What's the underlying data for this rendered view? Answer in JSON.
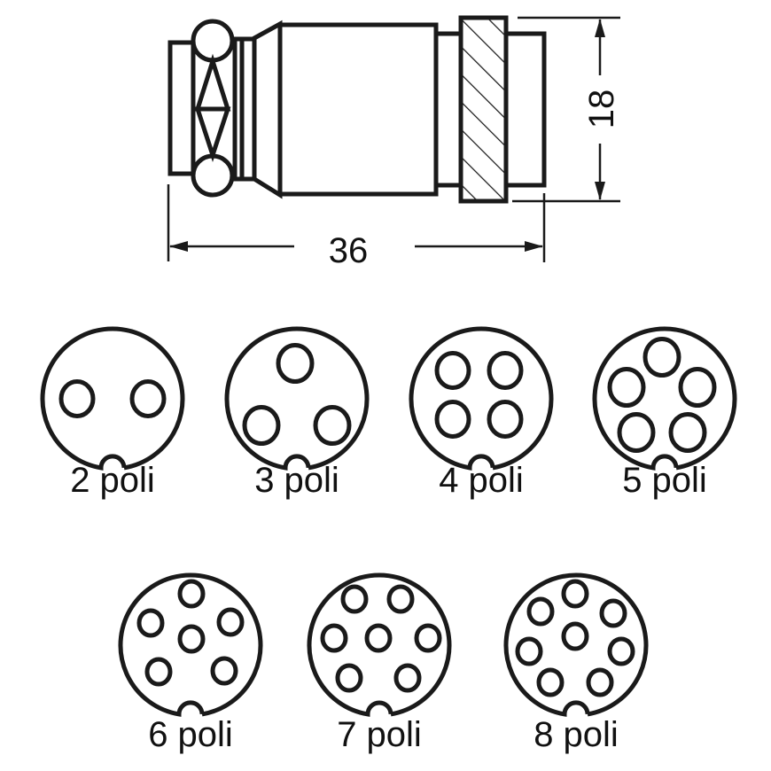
{
  "dimensions": {
    "length": "36",
    "diameter": "18"
  },
  "connectors": [
    {
      "label": "2 poli",
      "pins": 2
    },
    {
      "label": "3 poli",
      "pins": 3
    },
    {
      "label": "4 poli",
      "pins": 4
    },
    {
      "label": "5 poli",
      "pins": 5
    },
    {
      "label": "6 poli",
      "pins": 6
    },
    {
      "label": "7 poli",
      "pins": 7
    },
    {
      "label": "8 poli",
      "pins": 8
    }
  ],
  "colors": {
    "line": "#1a1a1a",
    "background": "#ffffff"
  }
}
